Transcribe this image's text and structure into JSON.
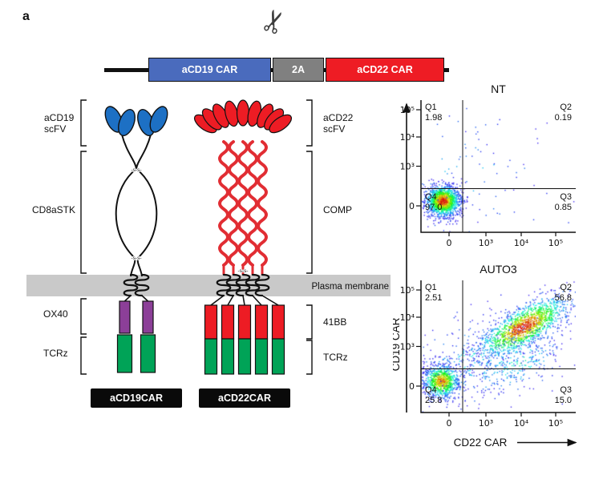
{
  "panel_label": "a",
  "construct": {
    "scissors_icon": "✂",
    "segments": [
      {
        "label": "aCD19 CAR",
        "color": "#4a6bbd"
      },
      {
        "label": "2A",
        "color": "#808080"
      },
      {
        "label": "aCD22 CAR",
        "color": "#ee1c24"
      }
    ]
  },
  "diagram": {
    "left": {
      "scfv_line1": "aCD19",
      "scfv_line2": "scFV",
      "hinge": "CD8aSTK",
      "costim": "OX40",
      "signal": "TCRz"
    },
    "right": {
      "scfv_line1": "aCD22",
      "scfv_line2": "scFV",
      "hinge": "COMP",
      "costim": "41BB",
      "signal": "TCRz"
    },
    "membrane_label": "Plasma membrane",
    "disulfide_label": "-s-s-",
    "car1_plate": "aCD19CAR",
    "car2_plate": "aCD22CAR",
    "colors": {
      "blue_domain": "#1d70c4",
      "red_domain": "#ed1c24",
      "purple_domain": "#8c3f98",
      "green_domain": "#00a357",
      "membrane": "#c9c9c9"
    }
  },
  "chart_data": [
    {
      "type": "scatter",
      "title": "NT",
      "xlabel": "CD22 CAR",
      "ylabel": "CD19 CAR",
      "axis_scale": "biexponential",
      "x_ticks": [
        "0",
        "10³",
        "10⁴",
        "10⁵"
      ],
      "y_ticks": [
        "10⁵",
        "10⁴",
        "10³",
        "0"
      ],
      "grid": false,
      "quadrants": {
        "Q1": {
          "label": "Q1",
          "value": "1.98"
        },
        "Q2": {
          "label": "Q2",
          "value": "0.19"
        },
        "Q3": {
          "label": "Q3",
          "value": "0.85"
        },
        "Q4": {
          "label": "Q4",
          "value": "97.0"
        }
      },
      "populations": [
        {
          "cx": 0.14,
          "cy": 0.76,
          "sx": 0.055,
          "sy": 0.06,
          "n": 1600,
          "heat": 1,
          "corr": 0
        },
        {
          "cx": 0.3,
          "cy": 0.55,
          "sx": 0.3,
          "sy": 0.25,
          "n": 90,
          "heat": 0.2,
          "corr": 0
        }
      ]
    },
    {
      "type": "scatter",
      "title": "AUTO3",
      "xlabel": "CD22 CAR",
      "ylabel": "CD19 CAR",
      "axis_scale": "biexponential",
      "x_ticks": [
        "0",
        "10³",
        "10⁴",
        "10⁵"
      ],
      "y_ticks": [
        "10⁵",
        "10⁴",
        "10³",
        "0"
      ],
      "grid": false,
      "quadrants": {
        "Q1": {
          "label": "Q1",
          "value": "2.51"
        },
        "Q2": {
          "label": "Q2",
          "value": "56.8"
        },
        "Q3": {
          "label": "Q3",
          "value": "15.0"
        },
        "Q4": {
          "label": "Q4",
          "value": "25.8"
        }
      },
      "populations": [
        {
          "cx": 0.13,
          "cy": 0.76,
          "sx": 0.06,
          "sy": 0.065,
          "n": 900,
          "heat": 0.9,
          "corr": 0
        },
        {
          "cx": 0.66,
          "cy": 0.35,
          "sx": 0.15,
          "sy": 0.12,
          "n": 1500,
          "heat": 1,
          "corr": -0.72
        },
        {
          "cx": 0.62,
          "cy": 0.62,
          "sx": 0.16,
          "sy": 0.12,
          "n": 260,
          "heat": 0.35,
          "corr": -0.5
        },
        {
          "cx": 0.38,
          "cy": 0.6,
          "sx": 0.22,
          "sy": 0.18,
          "n": 320,
          "heat": 0.3,
          "corr": -0.3
        }
      ]
    }
  ]
}
